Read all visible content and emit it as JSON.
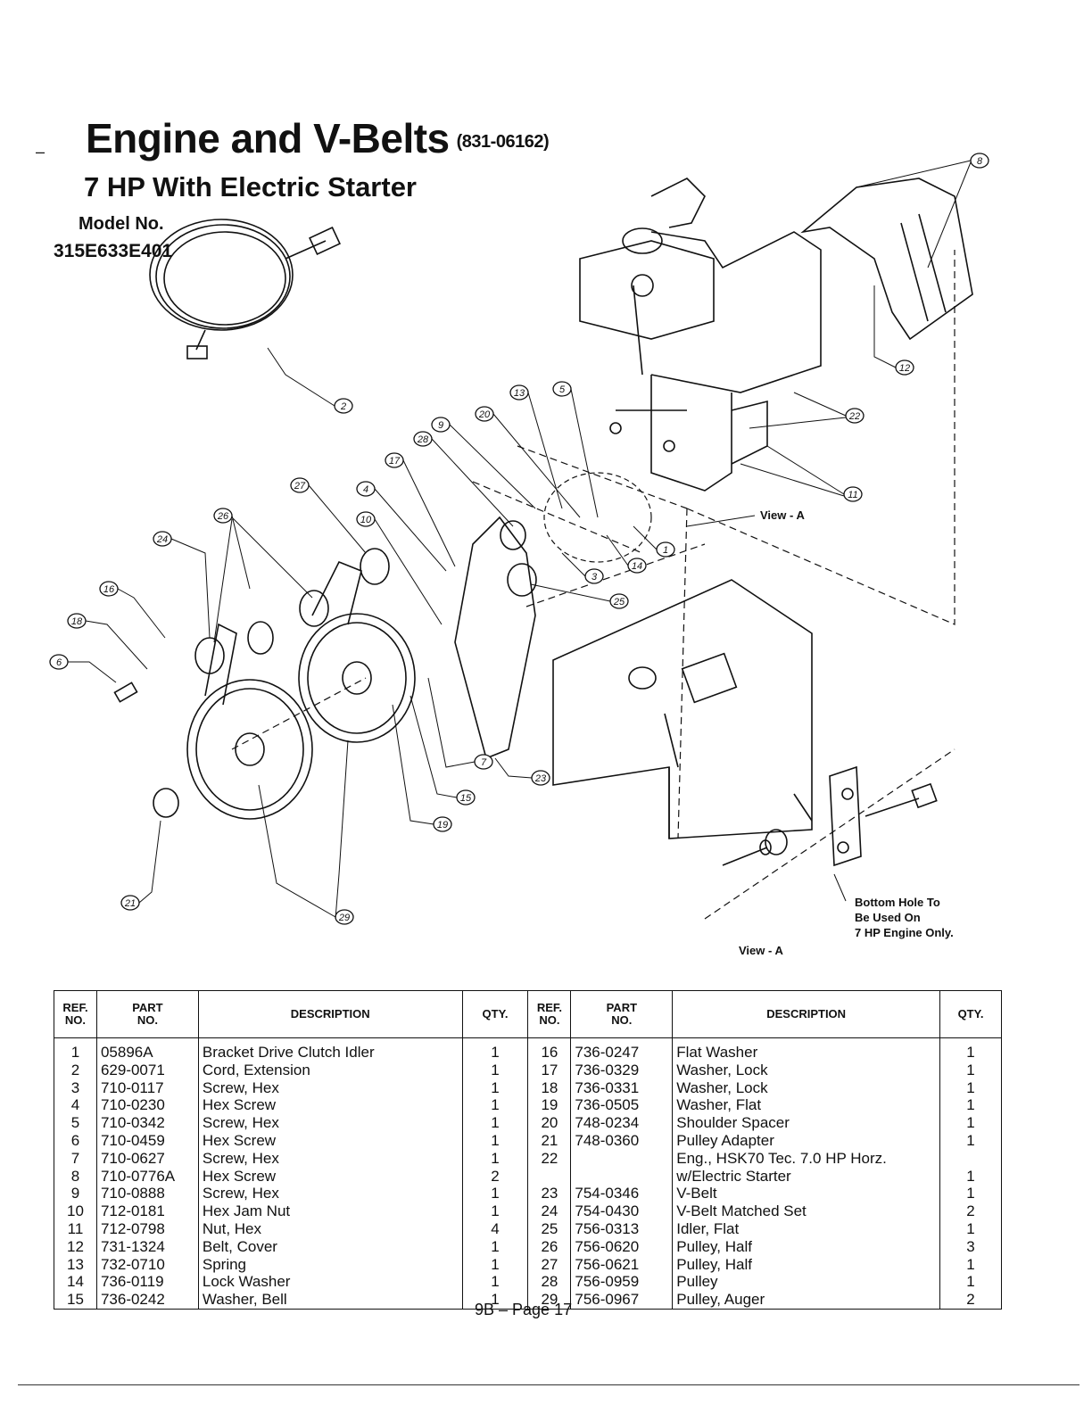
{
  "header": {
    "title": "Engine and V-Belts",
    "title_code": "(831-06162)",
    "subtitle": "7 HP With Electric Starter",
    "model_label": "Model No.",
    "model_number": "315E633E401",
    "dash": "–"
  },
  "diagram": {
    "callouts": [
      "1",
      "2",
      "3",
      "4",
      "5",
      "6",
      "7",
      "8",
      "9",
      "10",
      "11",
      "12",
      "13",
      "14",
      "15",
      "16",
      "17",
      "18",
      "19",
      "20",
      "21",
      "22",
      "23",
      "24",
      "25",
      "26",
      "27",
      "28",
      "29"
    ],
    "view_label": "View - A",
    "view_label_bottom": "View - A",
    "note_line1": "Bottom Hole To",
    "note_line2": "Be Used On",
    "note_line3": "7 HP Engine Only."
  },
  "table": {
    "headers": {
      "ref_a": "REF.",
      "ref_b": "NO.",
      "part_a": "PART",
      "part_b": "NO.",
      "description": "DESCRIPTION",
      "qty": "QTY."
    },
    "rows": [
      {
        "ref": "1",
        "part": "05896A",
        "desc": "Bracket Drive Clutch Idler",
        "qty": "1",
        "ref2": "16",
        "part2": "736-0247",
        "desc2": "Flat Washer",
        "qty2": "1"
      },
      {
        "ref": "2",
        "part": "629-0071",
        "desc": "Cord, Extension",
        "qty": "1",
        "ref2": "17",
        "part2": "736-0329",
        "desc2": "Washer, Lock",
        "qty2": "1"
      },
      {
        "ref": "3",
        "part": "710-0117",
        "desc": "Screw, Hex",
        "qty": "1",
        "ref2": "18",
        "part2": "736-0331",
        "desc2": "Washer, Lock",
        "qty2": "1"
      },
      {
        "ref": "4",
        "part": "710-0230",
        "desc": "Hex Screw",
        "qty": "1",
        "ref2": "19",
        "part2": "736-0505",
        "desc2": "Washer, Flat",
        "qty2": "1"
      },
      {
        "ref": "5",
        "part": "710-0342",
        "desc": "Screw, Hex",
        "qty": "1",
        "ref2": "20",
        "part2": "748-0234",
        "desc2": "Shoulder Spacer",
        "qty2": "1"
      },
      {
        "ref": "6",
        "part": "710-0459",
        "desc": "Hex Screw",
        "qty": "1",
        "ref2": "21",
        "part2": "748-0360",
        "desc2": "Pulley Adapter",
        "qty2": "1"
      },
      {
        "ref": "7",
        "part": "710-0627",
        "desc": "Screw, Hex",
        "qty": "1",
        "ref2": "22",
        "part2": "",
        "desc2": "Eng., HSK70 Tec. 7.0 HP Horz.",
        "qty2": ""
      },
      {
        "ref": "8",
        "part": "710-0776A",
        "desc": "Hex Screw",
        "qty": "2",
        "ref2": "",
        "part2": "",
        "desc2": "   w/Electric Starter",
        "qty2": "1"
      },
      {
        "ref": "9",
        "part": "710-0888",
        "desc": "Screw, Hex",
        "qty": "1",
        "ref2": "23",
        "part2": "754-0346",
        "desc2": "V-Belt",
        "qty2": "1"
      },
      {
        "ref": "10",
        "part": "712-0181",
        "desc": "Hex Jam Nut",
        "qty": "1",
        "ref2": "24",
        "part2": "754-0430",
        "desc2": "V-Belt Matched Set",
        "qty2": "2"
      },
      {
        "ref": "11",
        "part": "712-0798",
        "desc": "Nut, Hex",
        "qty": "4",
        "ref2": "25",
        "part2": "756-0313",
        "desc2": "Idler, Flat",
        "qty2": "1"
      },
      {
        "ref": "12",
        "part": "731-1324",
        "desc": "Belt, Cover",
        "qty": "1",
        "ref2": "26",
        "part2": "756-0620",
        "desc2": "Pulley, Half",
        "qty2": "3"
      },
      {
        "ref": "13",
        "part": "732-0710",
        "desc": "Spring",
        "qty": "1",
        "ref2": "27",
        "part2": "756-0621",
        "desc2": "Pulley, Half",
        "qty2": "1"
      },
      {
        "ref": "14",
        "part": "736-0119",
        "desc": "Lock Washer",
        "qty": "1",
        "ref2": "28",
        "part2": "756-0959",
        "desc2": "Pulley",
        "qty2": "1"
      },
      {
        "ref": "15",
        "part": "736-0242",
        "desc": "Washer, Bell",
        "qty": "1",
        "ref2": "29",
        "part2": "756-0967",
        "desc2": "Pulley, Auger",
        "qty2": "2"
      }
    ]
  },
  "footer": {
    "page": "9B – Page 17"
  }
}
